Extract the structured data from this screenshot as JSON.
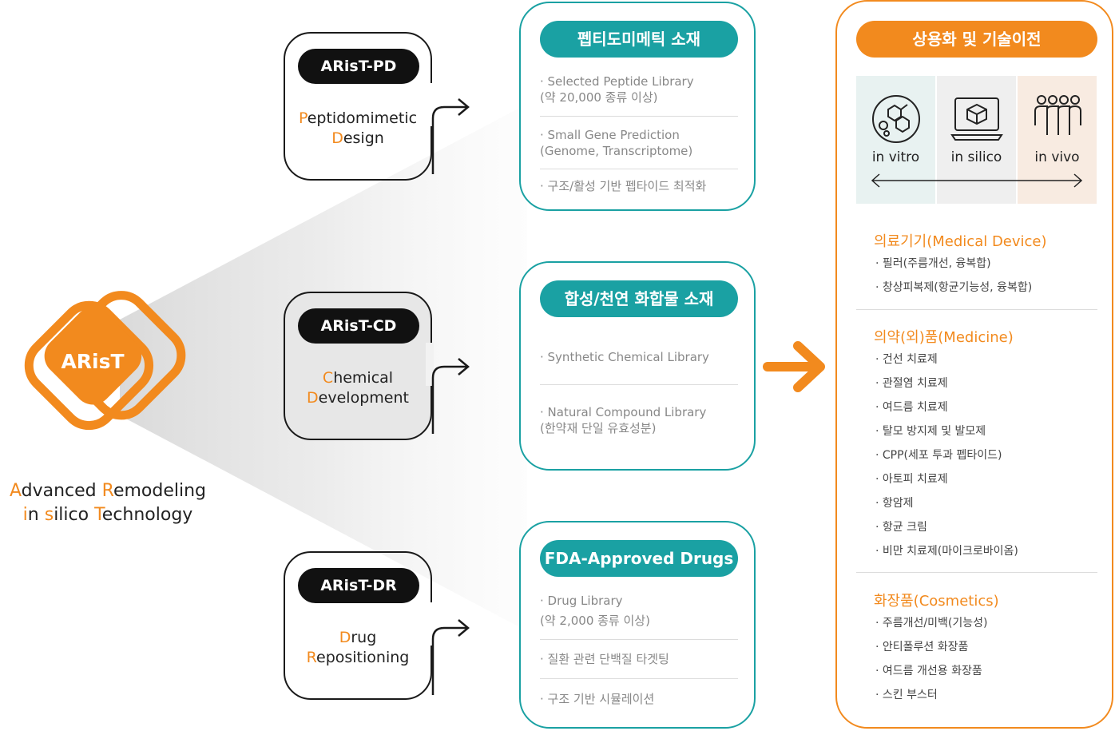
{
  "logo": {
    "badge_text": "ARisT",
    "line1": [
      {
        "t": "A",
        "hl": true
      },
      {
        "t": "dvanced ",
        "hl": false
      },
      {
        "t": "R",
        "hl": true
      },
      {
        "t": "emodeling",
        "hl": false
      }
    ],
    "line2": [
      {
        "t": "i",
        "hl": true
      },
      {
        "t": "n ",
        "hl": false
      },
      {
        "t": "s",
        "hl": true
      },
      {
        "t": "ilico ",
        "hl": false
      },
      {
        "t": "T",
        "hl": true
      },
      {
        "t": "echnology",
        "hl": false
      }
    ]
  },
  "modules": [
    {
      "badge": "ARisT-PD",
      "title1_first": "P",
      "title1_rest": "eptidomimetic",
      "title2_first": "D",
      "title2_rest": "esign"
    },
    {
      "badge": "ARisT-CD",
      "title1_first": "C",
      "title1_rest": "hemical",
      "title2_first": "D",
      "title2_rest": "evelopment"
    },
    {
      "badge": "ARisT-DR",
      "title1_first": "D",
      "title1_rest": "rug",
      "title2_first": "R",
      "title2_rest": "epositioning"
    }
  ],
  "materials": [
    {
      "title": "펩티도미메틱 소재",
      "items": [
        {
          "line1": "· Selected Peptide Library",
          "line2": "(약 20,000 종류 이상)"
        },
        {
          "line1": "· Small Gene Prediction",
          "line2": "(Genome, Transcriptome)"
        },
        {
          "line1": "· 구조/활성 기반 펩타이드 최적화",
          "line2": ""
        }
      ]
    },
    {
      "title": "합성/천연 화합물 소재",
      "items": [
        {
          "line1": "· Synthetic Chemical Library",
          "line2": ""
        },
        {
          "line1": "· Natural Compound Library",
          "line2": "(한약재 단일 유효성분)"
        }
      ]
    },
    {
      "title": "FDA-Approved Drugs",
      "items": [
        {
          "line1": "· Drug Library",
          "line2": "(약 2,000 종류 이상)"
        },
        {
          "line1": "· 질환 관련 단백질 타겟팅",
          "line2": ""
        },
        {
          "line1": "· 구조 기반 시뮬레이션",
          "line2": ""
        }
      ]
    }
  ],
  "panel": {
    "title": "상용화 및 기술이전",
    "models": [
      {
        "label": "in vitro",
        "icon": "molecule-icon",
        "bg": "#e8f2f1"
      },
      {
        "label": "in silico",
        "icon": "laptop-cube-icon",
        "bg": "#efefef"
      },
      {
        "label": "in vivo",
        "icon": "people-icon",
        "bg": "#f8ebe1"
      }
    ],
    "categories": [
      {
        "title": "의료기기(Medical Device)",
        "items": [
          "· 필러(주름개선, 융복합)",
          "· 창상피복제(항균기능성, 융복합)"
        ]
      },
      {
        "title": "의약(외)품(Medicine)",
        "items": [
          "· 건선 치료제",
          "· 관절염 치료제",
          "· 여드름 치료제",
          "· 탈모 방지제 및 발모제",
          "· CPP(세포 투과 펩타이드)",
          "· 아토피 치료제",
          "· 항암제",
          "· 항균 크림",
          "· 비만 치료제(마이크로바이옴)"
        ]
      },
      {
        "title": "화장품(Cosmetics)",
        "items": [
          "· 주름개선/미백(기능성)",
          "· 안티폴루션 화장품",
          "· 여드름 개선용 화장품",
          "· 스킨 부스터"
        ]
      }
    ]
  },
  "colors": {
    "orange": "#f28a1e",
    "teal": "#1aa1a3",
    "dark": "#111111"
  }
}
